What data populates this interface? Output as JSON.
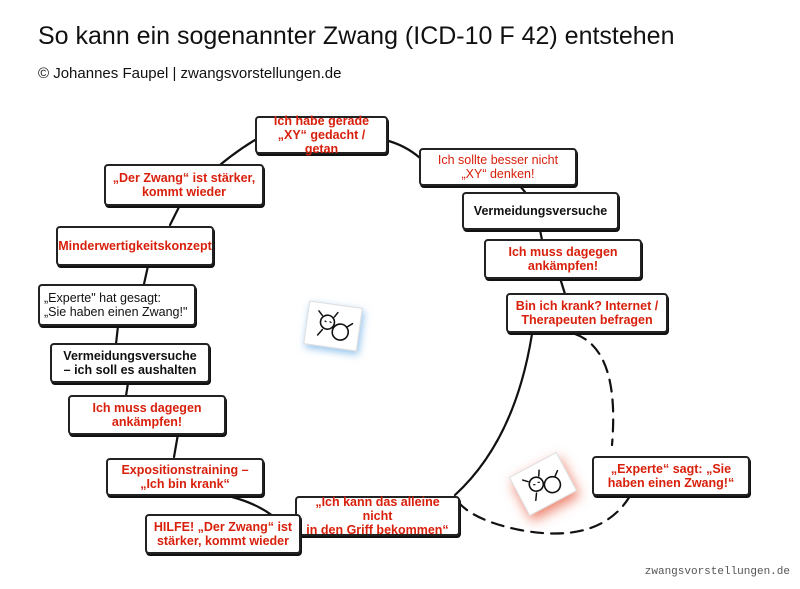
{
  "title": "So kann ein sogenannter Zwang (ICD-10 F 42) entstehen",
  "subtitle": "© Johannes Faupel | zwangsvorstellungen.de",
  "footer": "zwangsvorstellungen.de",
  "colors": {
    "red_text": "#d8200c",
    "black_text": "#111111",
    "box_border": "#222222"
  },
  "nodes": [
    {
      "id": "n1",
      "text": "Ich habe gerade\n„XY“ gedacht / getan",
      "color": "red"
    },
    {
      "id": "n2",
      "text": "Ich sollte besser nicht\n„XY“ denken!",
      "color": "red",
      "style": "plain"
    },
    {
      "id": "n3",
      "text": "Vermeidungsversuche",
      "color": "black"
    },
    {
      "id": "n4",
      "text": "Ich muss dagegen\nankämpfen!",
      "color": "red"
    },
    {
      "id": "n5",
      "text": "Bin ich krank? Internet /\nTherapeuten befragen",
      "color": "red"
    },
    {
      "id": "n6",
      "text": "„Experte“ sagt: „Sie\nhaben einen Zwang!“",
      "color": "red"
    },
    {
      "id": "n7",
      "text": "„Ich kann das alleine nicht\nin den Griff bekommen“",
      "color": "red"
    },
    {
      "id": "n8",
      "text": "HILFE! „Der Zwang“ ist\nstärker, kommt wieder",
      "color": "red"
    },
    {
      "id": "n9",
      "text": "Expositionstraining –\n„Ich bin krank“",
      "color": "red"
    },
    {
      "id": "n10",
      "text": "Ich muss dagegen\nankämpfen!",
      "color": "red"
    },
    {
      "id": "n11",
      "text": "Vermeidungsversuche\n– ich soll es aushalten",
      "color": "black"
    },
    {
      "id": "n12",
      "text": "„Experte\" hat gesagt:\n„Sie haben einen Zwang!\"",
      "color": "black",
      "style": "plain"
    },
    {
      "id": "n13",
      "text": "Minderwertigkeitskonzept",
      "color": "red"
    },
    {
      "id": "n14",
      "text": "„Der Zwang“ ist stärker,\nkommt wieder",
      "color": "red"
    }
  ],
  "icons": [
    {
      "id": "card1",
      "name": "cartoon-figure-card-blue"
    },
    {
      "id": "card2",
      "name": "cartoon-figure-card-red"
    }
  ]
}
